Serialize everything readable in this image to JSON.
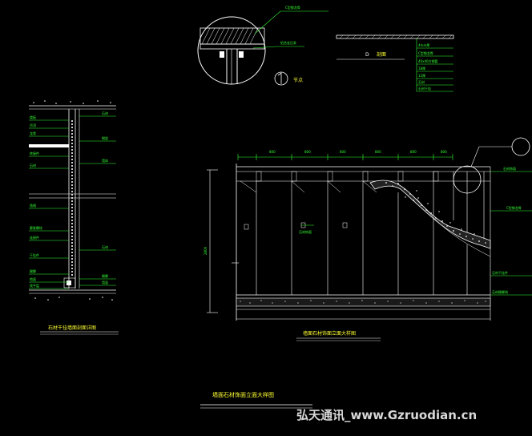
{
  "watermark": "弘天通讯_www.Gzruodian.cn",
  "detail_circle": {
    "top_label": "C型钢龙骨",
    "mid_label": "铝合金压条",
    "caption": "节点"
  },
  "legend": {
    "axis": "D",
    "caption": "剖面",
    "items": [
      "4mm厚",
      "C型钢龙骨",
      "40x40方钢管",
      "18厚",
      "12厚",
      "石材",
      "石材干挂"
    ]
  },
  "left_section": {
    "labels_left": [
      "楼板",
      "吊顶",
      "龙骨",
      "转接件",
      "石材",
      "角钢",
      "膨胀螺栓",
      "连接件",
      "干挂件",
      "踢脚",
      "地面",
      "找平层"
    ],
    "labels_right": [
      "石材",
      "钢架",
      "墙体",
      "石材",
      "踢脚",
      "墙面"
    ],
    "caption": "石材干挂墙面剖面详图"
  },
  "elevation": {
    "dims": [
      "800",
      "800",
      "800",
      "800",
      "800",
      "800"
    ],
    "height_dim": "2800",
    "callouts": [
      "石材饰面",
      "C型钢龙骨",
      "石材干挂件",
      "石材踢脚线"
    ],
    "center_note": "石材饰面",
    "caption": "墙面石材饰面立面大样图"
  },
  "main_title": "墙面石材饰面立面大样图"
}
